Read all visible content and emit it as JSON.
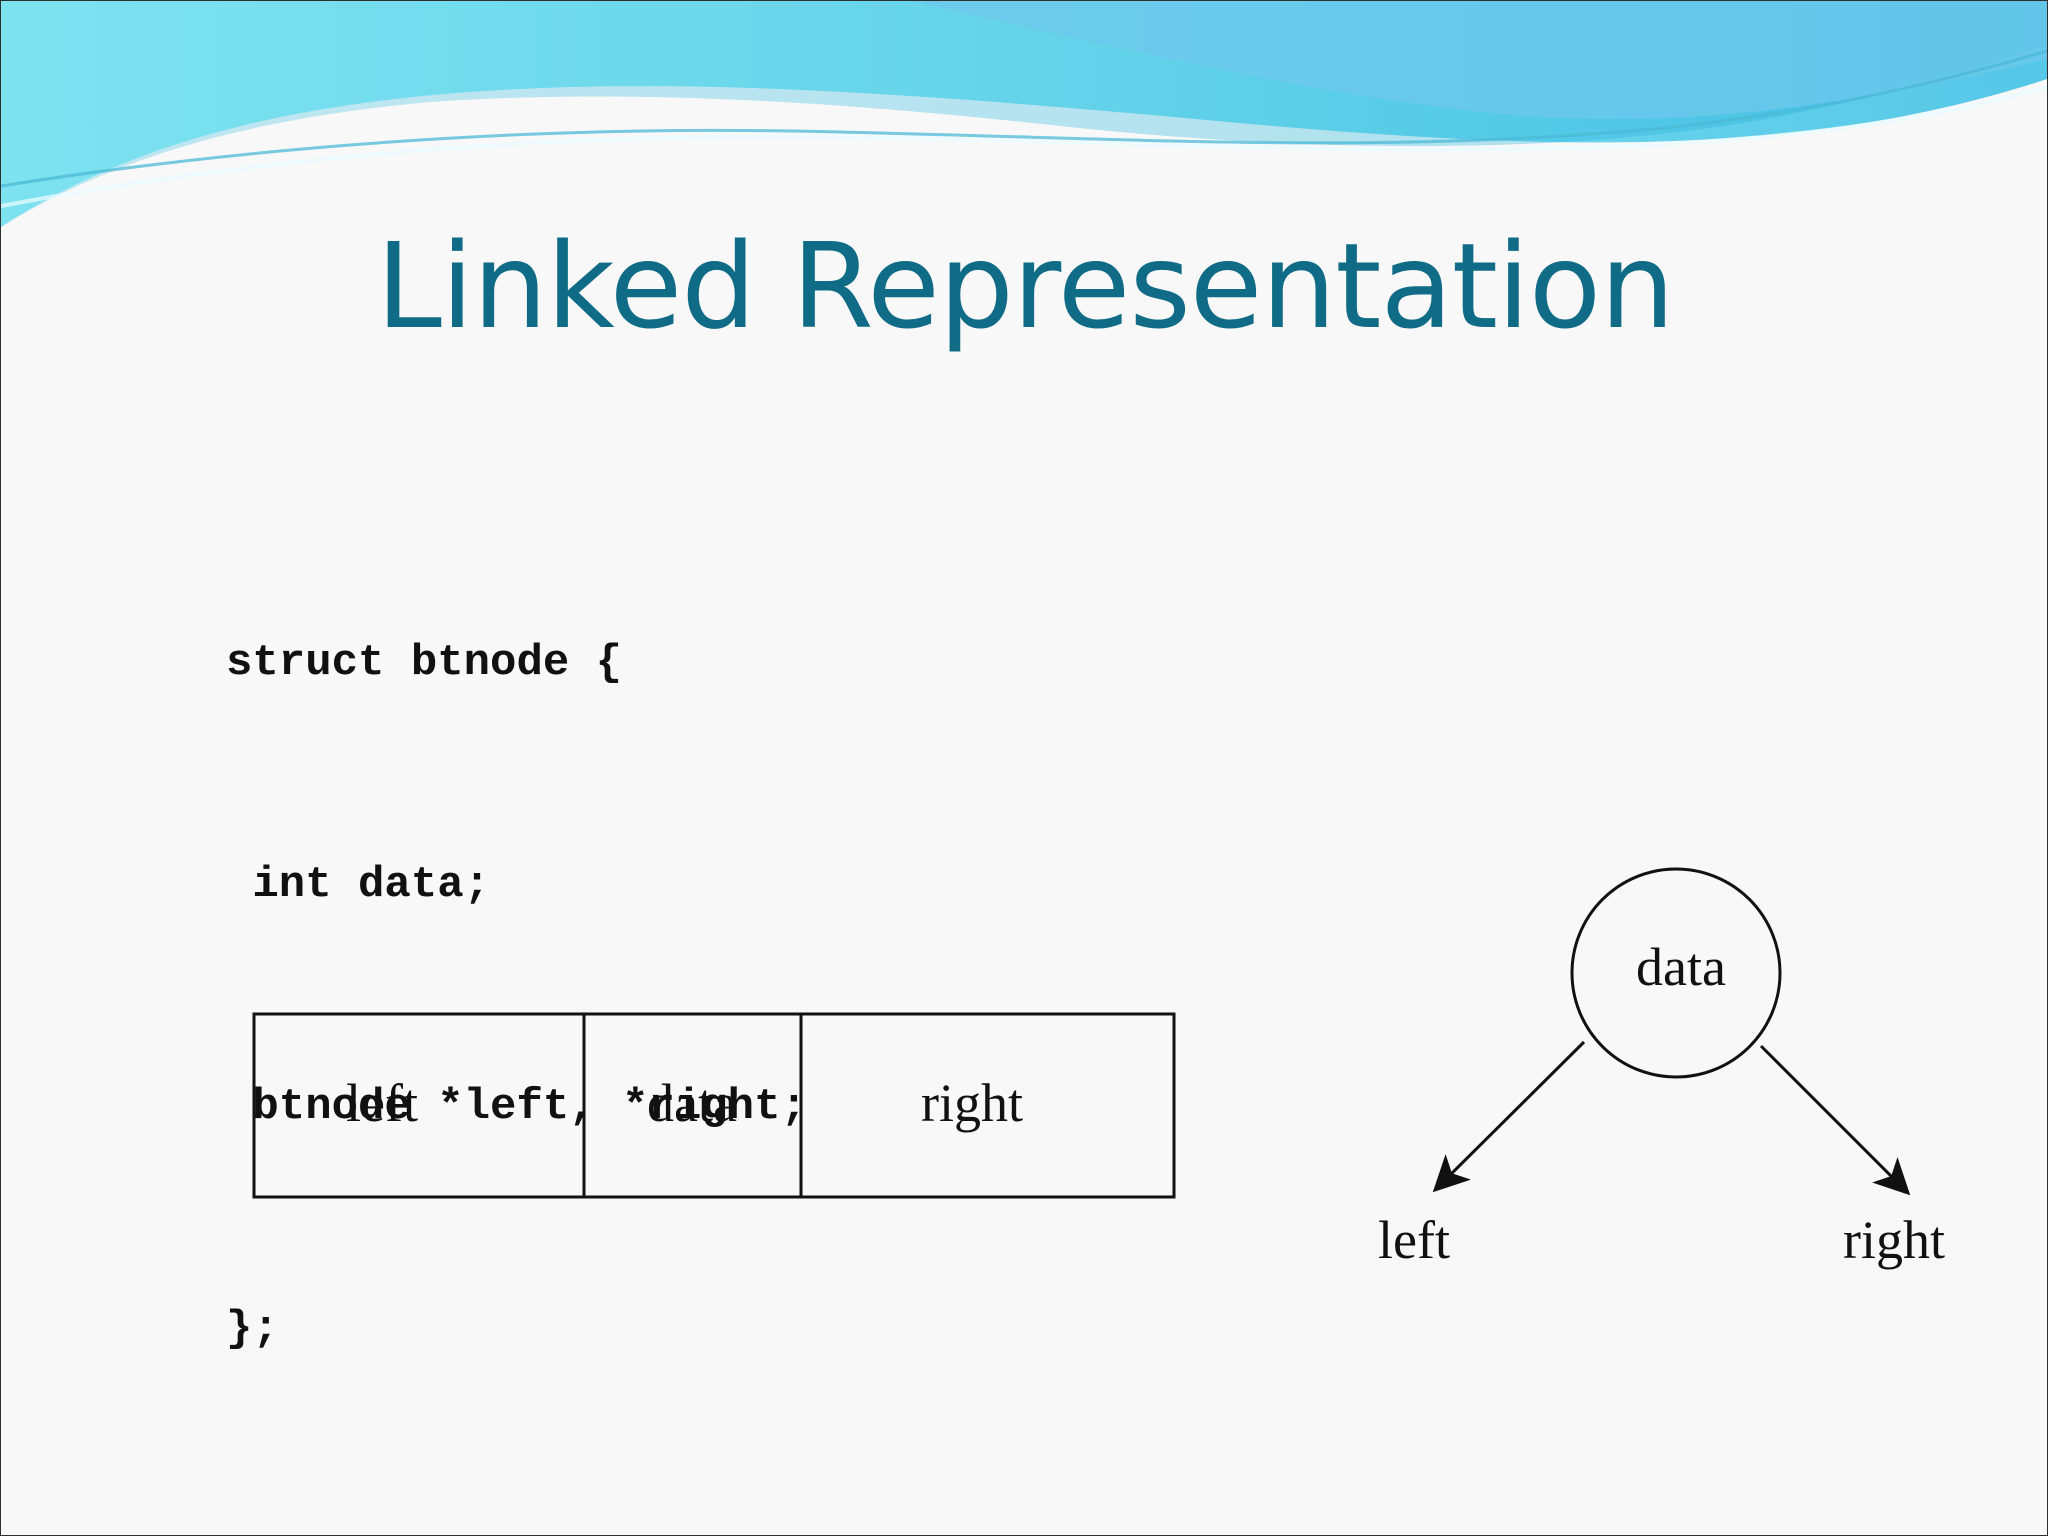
{
  "slide": {
    "title": "Linked Representation",
    "code_lines": [
      "struct btnode {",
      " int data;",
      " btnode *left, *right;",
      "};"
    ]
  },
  "node_box": {
    "fields": [
      "left",
      "data",
      "right"
    ]
  },
  "tree_node": {
    "root_label": "data",
    "left_child_label": "left",
    "right_child_label": "right"
  },
  "colors": {
    "title": "#0f6b86",
    "banner_light": "#8ee7f3",
    "banner_mid": "#5fcde5",
    "banner_dark": "#27b7d8",
    "line": "#111111"
  }
}
